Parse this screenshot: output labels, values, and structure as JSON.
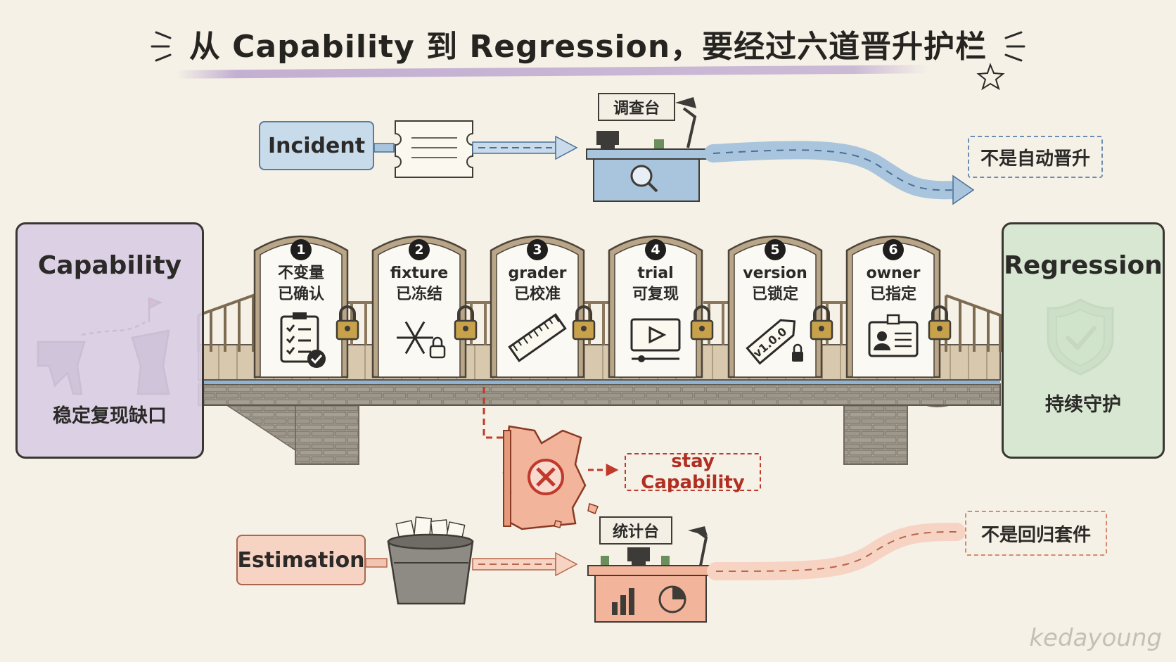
{
  "title": "从 Capability 到 Regression，要经过六道晋升护栏",
  "capability": {
    "title": "Capability",
    "subtitle": "稳定复现缺口"
  },
  "regression": {
    "title": "Regression",
    "subtitle": "持续守护"
  },
  "gates": [
    {
      "number": "1",
      "line1": "不变量",
      "line2": "已确认",
      "icon": "clipboard-checklist-icon"
    },
    {
      "number": "2",
      "line1": "fixture",
      "line2": "已冻结",
      "icon": "snowflake-lock-icon"
    },
    {
      "number": "3",
      "line1": "grader",
      "line2": "已校准",
      "icon": "ruler-icon"
    },
    {
      "number": "4",
      "line1": "trial",
      "line2": "可复现",
      "icon": "video-player-icon"
    },
    {
      "number": "5",
      "line1": "version",
      "line2": "已锁定",
      "icon": "version-tag-icon"
    },
    {
      "number": "6",
      "line1": "owner",
      "line2": "已指定",
      "icon": "id-badge-icon"
    }
  ],
  "incident": {
    "label": "Incident",
    "desk_label": "调查台",
    "note": "不是自动晋升"
  },
  "estimation": {
    "label": "Estimation",
    "desk_label": "统计台",
    "note": "不是回归套件"
  },
  "failure": {
    "note": "stay Capability"
  },
  "version_tag": "v1.0.0",
  "watermark": "kedayoung",
  "colors": {
    "capability_panel": "#d9cde3",
    "regression_panel": "#d4e6cf",
    "incident_blue": "#a9c5de",
    "estimation_orange": "#f2b49a",
    "failure_red": "#c0392b",
    "bridge_wood": "#c9b79c"
  }
}
